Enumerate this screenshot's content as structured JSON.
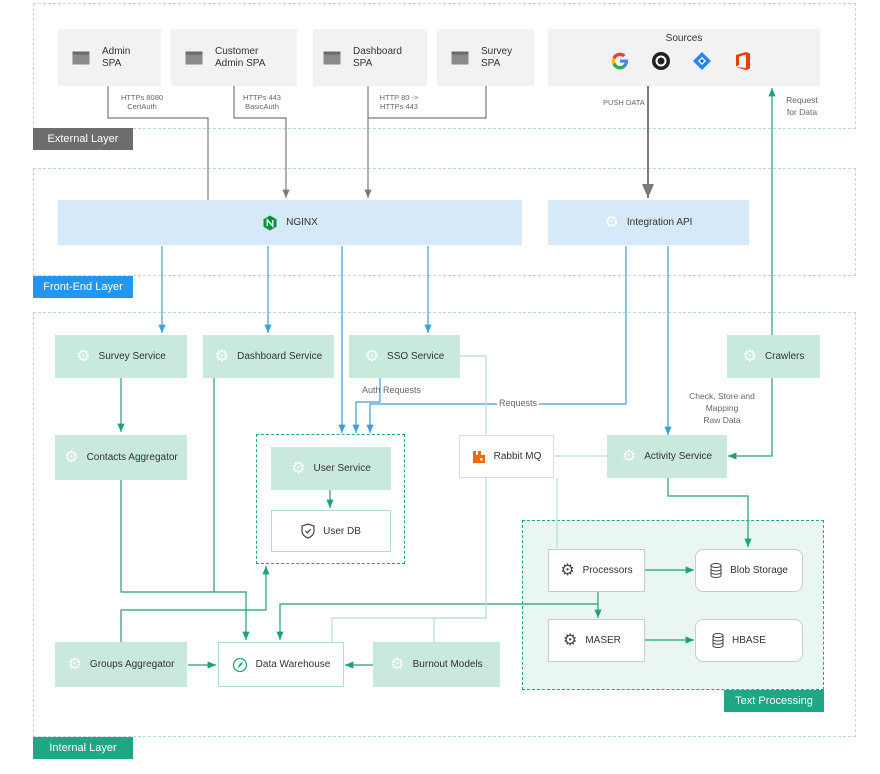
{
  "layers": {
    "external": "External Layer",
    "frontend": "Front-End Layer",
    "internal": "Internal Layer",
    "text_processing": "Text Processing"
  },
  "spa": {
    "admin": "Admin\nSPA",
    "customer": "Customer\nAdmin SPA",
    "dashboard": "Dashboard\nSPA",
    "survey": "Survey\nSPA"
  },
  "sources": {
    "title": "Sources"
  },
  "labels": {
    "https8080": "HTTPs 8080\nCertAuth",
    "https443": "HTTPs 443\nBasicAuth",
    "http80": "HTTP 80 ->\nHTTPs 443",
    "push_data": "PUSH DATA",
    "request_for_data": "Request\nfor Data",
    "auth_requests": "Auth Requests",
    "requests": "Requests",
    "check_store": "Check, Store and\nMapping\nRaw Data"
  },
  "nodes": {
    "nginx": "NGINX",
    "integration_api": "Integration API",
    "survey_service": "Survey Service",
    "dashboard_service": "Dashboard Service",
    "sso_service": "SSO Service",
    "crawlers": "Crawlers",
    "contacts_aggregator": "Contacts Aggregator",
    "user_service": "User Service",
    "user_db": "User DB",
    "rabbit_mq": "Rabbit MQ",
    "activity_service": "Activity Service",
    "processors": "Processors",
    "blob_storage": "Blob Storage",
    "maser": "MASER",
    "hbase": "HBASE",
    "groups_aggregator": "Groups Aggregator",
    "data_warehouse": "Data Warehouse",
    "burnout_models": "Burnout Models"
  },
  "colors": {
    "grey_label": "#6d6d6d",
    "blue_label": "#2196f3",
    "green_label": "#1ea784",
    "blue_box": "#d6e9f8",
    "green_box": "#c9e9df",
    "blue_arrow": "#3d9ee0",
    "green_arrow": "#1fa07f",
    "grey_arrow": "#7a7a7a"
  }
}
